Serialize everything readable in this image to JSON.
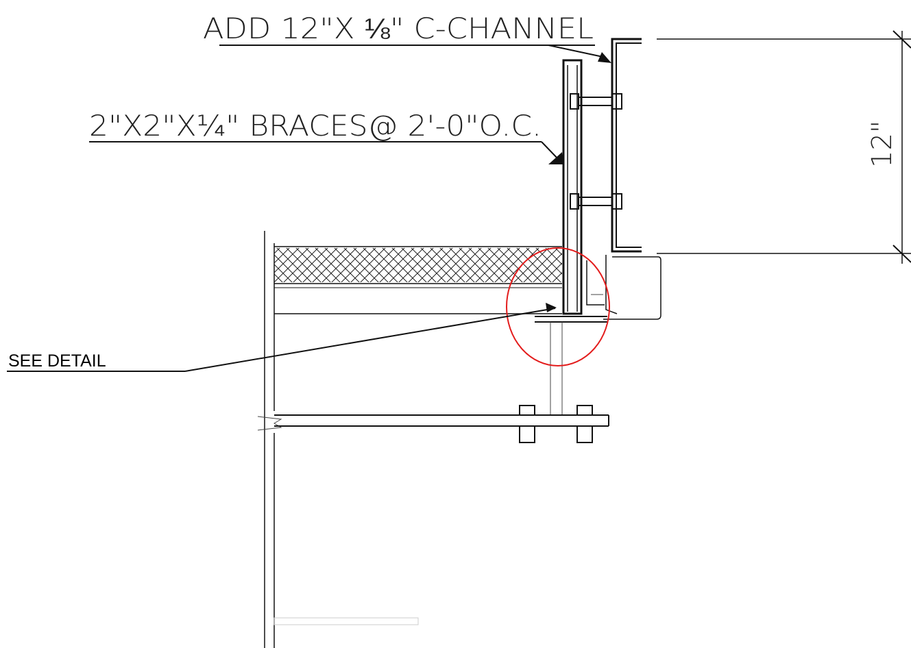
{
  "annotations": {
    "channel_callout": "ADD 12\"X ⅛\" C-CHANNEL",
    "braces_callout": "2\"X2\"X¼\" BRACES@ 2'-0\"O.C.",
    "dimension_label": "12\"",
    "detail_callout": "SEE DETAIL"
  },
  "colors": {
    "line": "#111111",
    "highlight_circle": "#e31c1c"
  }
}
